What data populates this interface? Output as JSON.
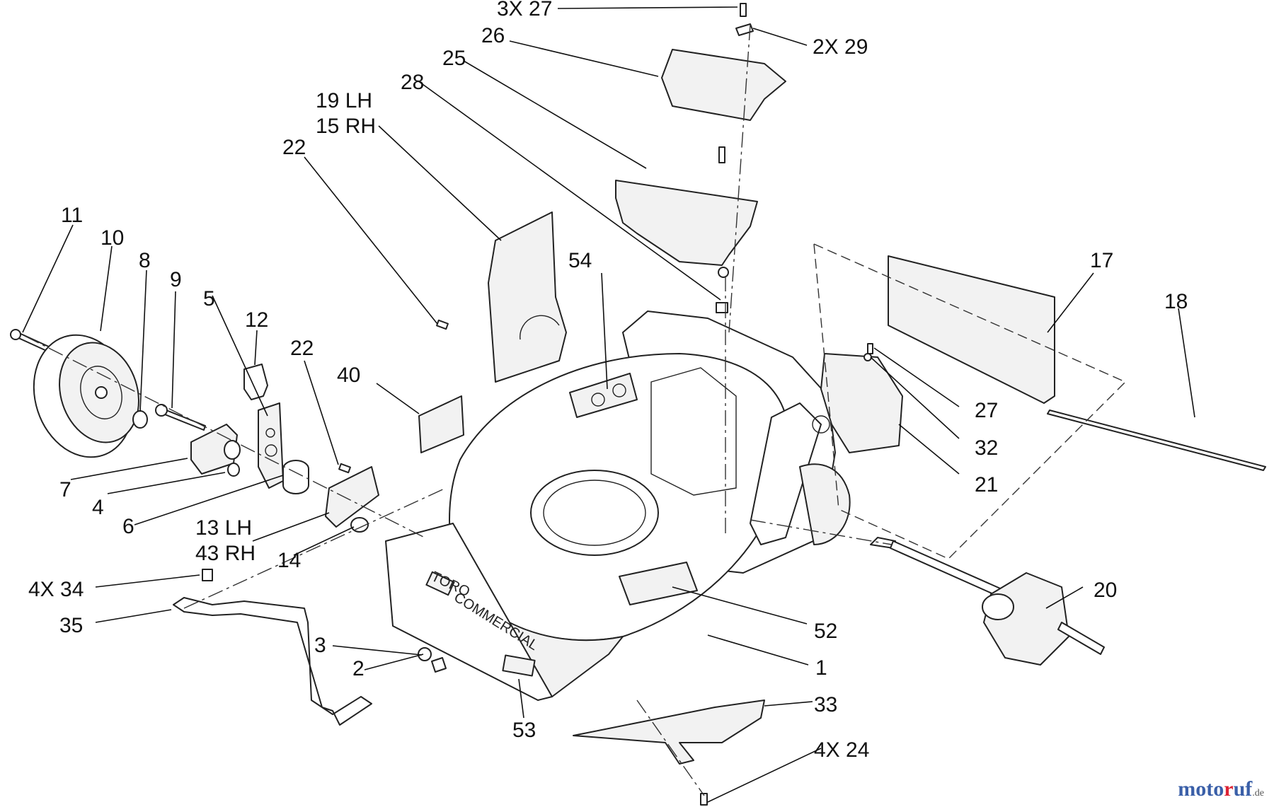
{
  "callouts": {
    "c1": "1",
    "c2": "2",
    "c3": "3",
    "c4": "4",
    "c5": "5",
    "c6": "6",
    "c7": "7",
    "c8": "8",
    "c9": "9",
    "c10": "10",
    "c11": "11",
    "c12": "12",
    "c13": "13 LH",
    "c43": "43 RH",
    "c14": "14",
    "c15": "15 RH",
    "c19": "19 LH",
    "c17": "17",
    "c18": "18",
    "c20": "20",
    "c21": "21",
    "c22a": "22",
    "c22b": "22",
    "c24": "4X 24",
    "c25": "25",
    "c26": "26",
    "c27a": "3X 27",
    "c27b": "27",
    "c28": "28",
    "c29": "2X 29",
    "c32": "32",
    "c33": "33",
    "c34": "4X 34",
    "c35": "35",
    "c40": "40",
    "c52": "52",
    "c53": "53",
    "c54": "54"
  },
  "deck_brand": {
    "badge": "TORO",
    "text": "COMMERCIAL"
  },
  "watermark": {
    "part1": "moto",
    "part2": "r",
    "part3": "uf",
    "tld": ".de"
  }
}
